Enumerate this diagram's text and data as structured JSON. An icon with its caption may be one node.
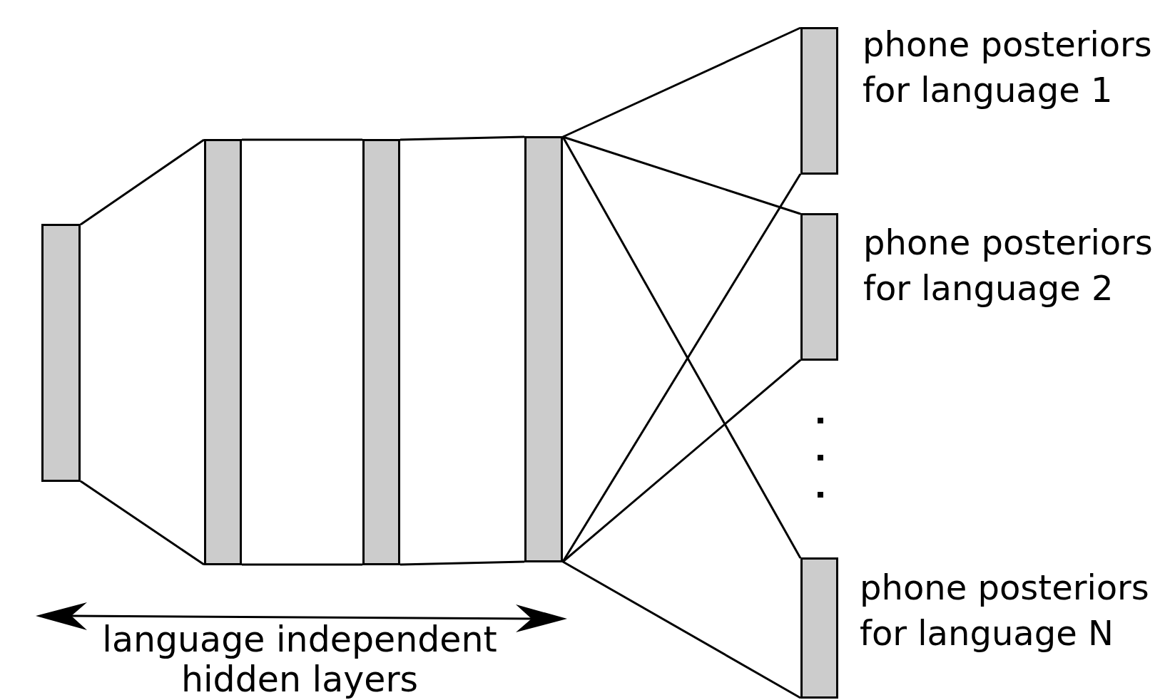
{
  "diagram": {
    "nodes": [
      {
        "text": [],
        "shape": "bar"
      },
      {
        "text": [],
        "shape": "bar"
      },
      {
        "text": [],
        "shape": "bar"
      },
      {
        "text": [],
        "shape": "bar"
      },
      {
        "text": [],
        "shape": "bar",
        "beside": [
          "phone posteriors for language 1"
        ]
      },
      {
        "text": [],
        "shape": "bar",
        "beside": [
          "phone posteriors for language 2"
        ]
      },
      {
        "text": [],
        "shape": "bar",
        "beside": [
          "phone posteriors for language N"
        ]
      }
    ],
    "edges": [
      {
        "from": 0,
        "to": 1,
        "arrow": "none"
      },
      {
        "from": 0,
        "to": 1,
        "arrow": "none"
      },
      {
        "from": 1,
        "to": 2,
        "arrow": "none"
      },
      {
        "from": 1,
        "to": 2,
        "arrow": "none"
      },
      {
        "from": 2,
        "to": 3,
        "arrow": "none"
      },
      {
        "from": 2,
        "to": 3,
        "arrow": "none"
      },
      {
        "from": 3,
        "to": 4,
        "arrow": "none"
      },
      {
        "from": 3,
        "to": 4,
        "arrow": "none"
      },
      {
        "from": 3,
        "to": 5,
        "arrow": "none"
      },
      {
        "from": 3,
        "to": 5,
        "arrow": "none"
      },
      {
        "from": 3,
        "to": 6,
        "arrow": "none"
      },
      {
        "from": 3,
        "to": 6,
        "arrow": "none"
      }
    ],
    "labels": [
      "language independent hidden layers"
    ]
  }
}
